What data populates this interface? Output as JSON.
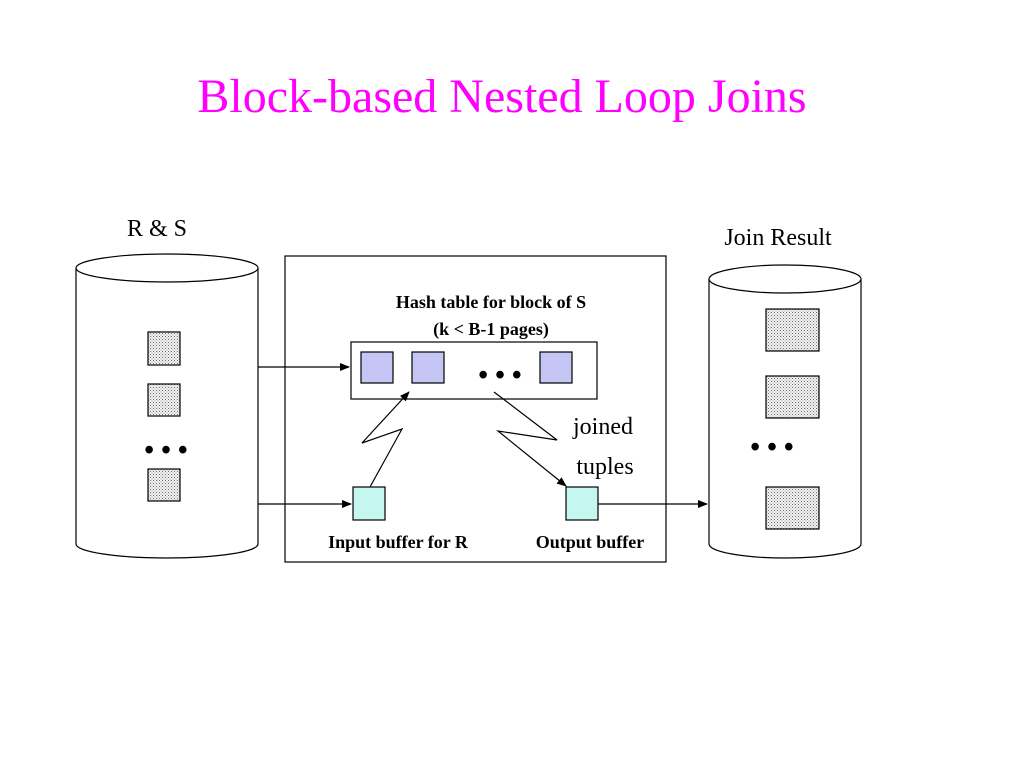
{
  "title": "Block-based Nested Loop Joins",
  "diagram": {
    "source_disk_label": "R & S",
    "result_disk_label": "Join Result",
    "hash_table_label_line1": "Hash table for block of S",
    "hash_table_label_line2": "(k < B-1 pages)",
    "joined_label_line1": "joined",
    "joined_label_line2": "tuples",
    "input_buffer_label": "Input buffer for R",
    "output_buffer_label": "Output buffer",
    "ellipsis": "• • •"
  },
  "colors": {
    "title": "#ff00ff",
    "hash_page": "#c6c6f6",
    "buffer_page": "#c6f6f0",
    "disk_page": "#c8c8c8"
  }
}
